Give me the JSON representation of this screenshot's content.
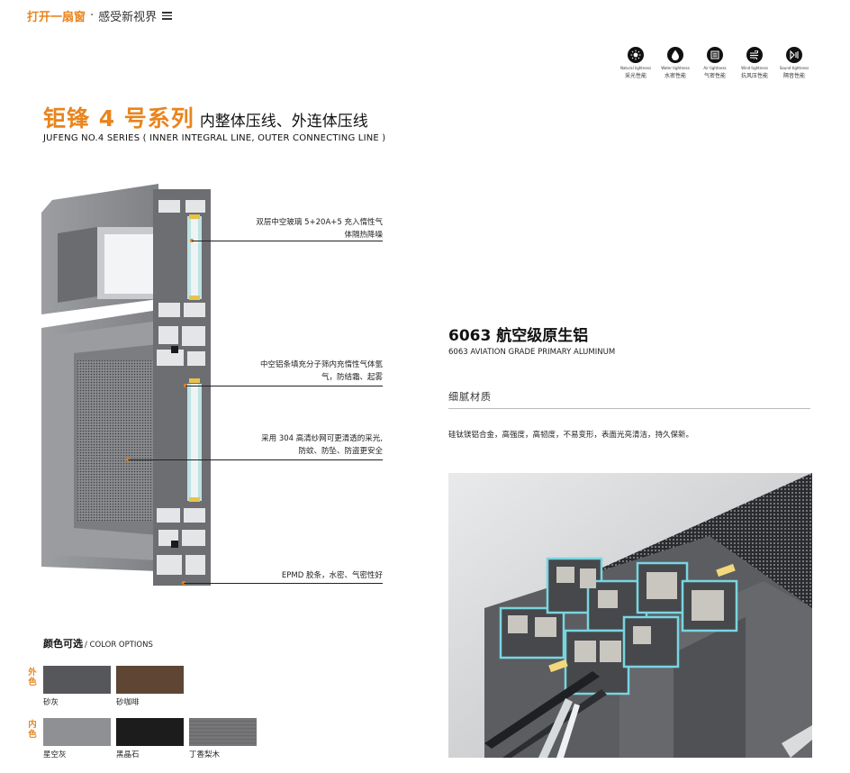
{
  "header": {
    "brand_text": "打开一扇窗",
    "separator": "·",
    "slogan": "感受新视界"
  },
  "performance_icons": [
    {
      "icon": "sun-icon",
      "en": "Natural lightness",
      "cn": "采光性能"
    },
    {
      "icon": "water-drop-icon",
      "en": "Water tightness",
      "cn": "水密性能"
    },
    {
      "icon": "air-icon",
      "en": "Air tightness",
      "cn": "气密性能"
    },
    {
      "icon": "wind-icon",
      "en": "Wind tightness",
      "cn": "抗风压性能"
    },
    {
      "icon": "sound-icon",
      "en": "Sound tightness",
      "cn": "隔音性能"
    }
  ],
  "series": {
    "title": "钜锋 4 号系列",
    "subtitle": "内整体压线、外连体压线",
    "english": "JUFENG NO.4 SERIES ( INNER INTEGRAL LINE, OUTER CONNECTING LINE )"
  },
  "callouts": [
    {
      "line1": "双层中空玻璃 5+20A+5 充入惰性气",
      "line2": "体隔热降噪"
    },
    {
      "line1": "中空铝条填充分子筛内充惰性气体氩",
      "line2": "气，防结霜、起雾"
    },
    {
      "line1": "采用 304 高清纱网可更清透的采光,",
      "line2": "防蚊、防坠、防盗更安全"
    },
    {
      "line1": "EPMD 胶条，水密、气密性好",
      "line2": ""
    }
  ],
  "aluminum": {
    "title": "6063 航空级原生铝",
    "english": "6063 AVIATION GRADE PRIMARY ALUMINUM",
    "material_label": "细腻材质",
    "description": "硅钛镁铝合金，高强度，高韧度，不易变形，表面光亮清洁，持久保新。"
  },
  "colors": {
    "title_cn": "颜色可选",
    "title_en": "/ COLOR OPTIONS",
    "outer_tag": "外色",
    "inner_tag": "内色",
    "outer": [
      {
        "name": "砂灰",
        "color": "#55575b"
      },
      {
        "name": "砂咖啡",
        "color": "#5e4534"
      }
    ],
    "inner": [
      {
        "name": "星空灰",
        "color": "#8e9094"
      },
      {
        "name": "黑晶石",
        "color": "#1c1c1d"
      },
      {
        "name": "丁香梨木",
        "color": "#6f6e70"
      }
    ]
  },
  "accent_color": "#e8851e"
}
